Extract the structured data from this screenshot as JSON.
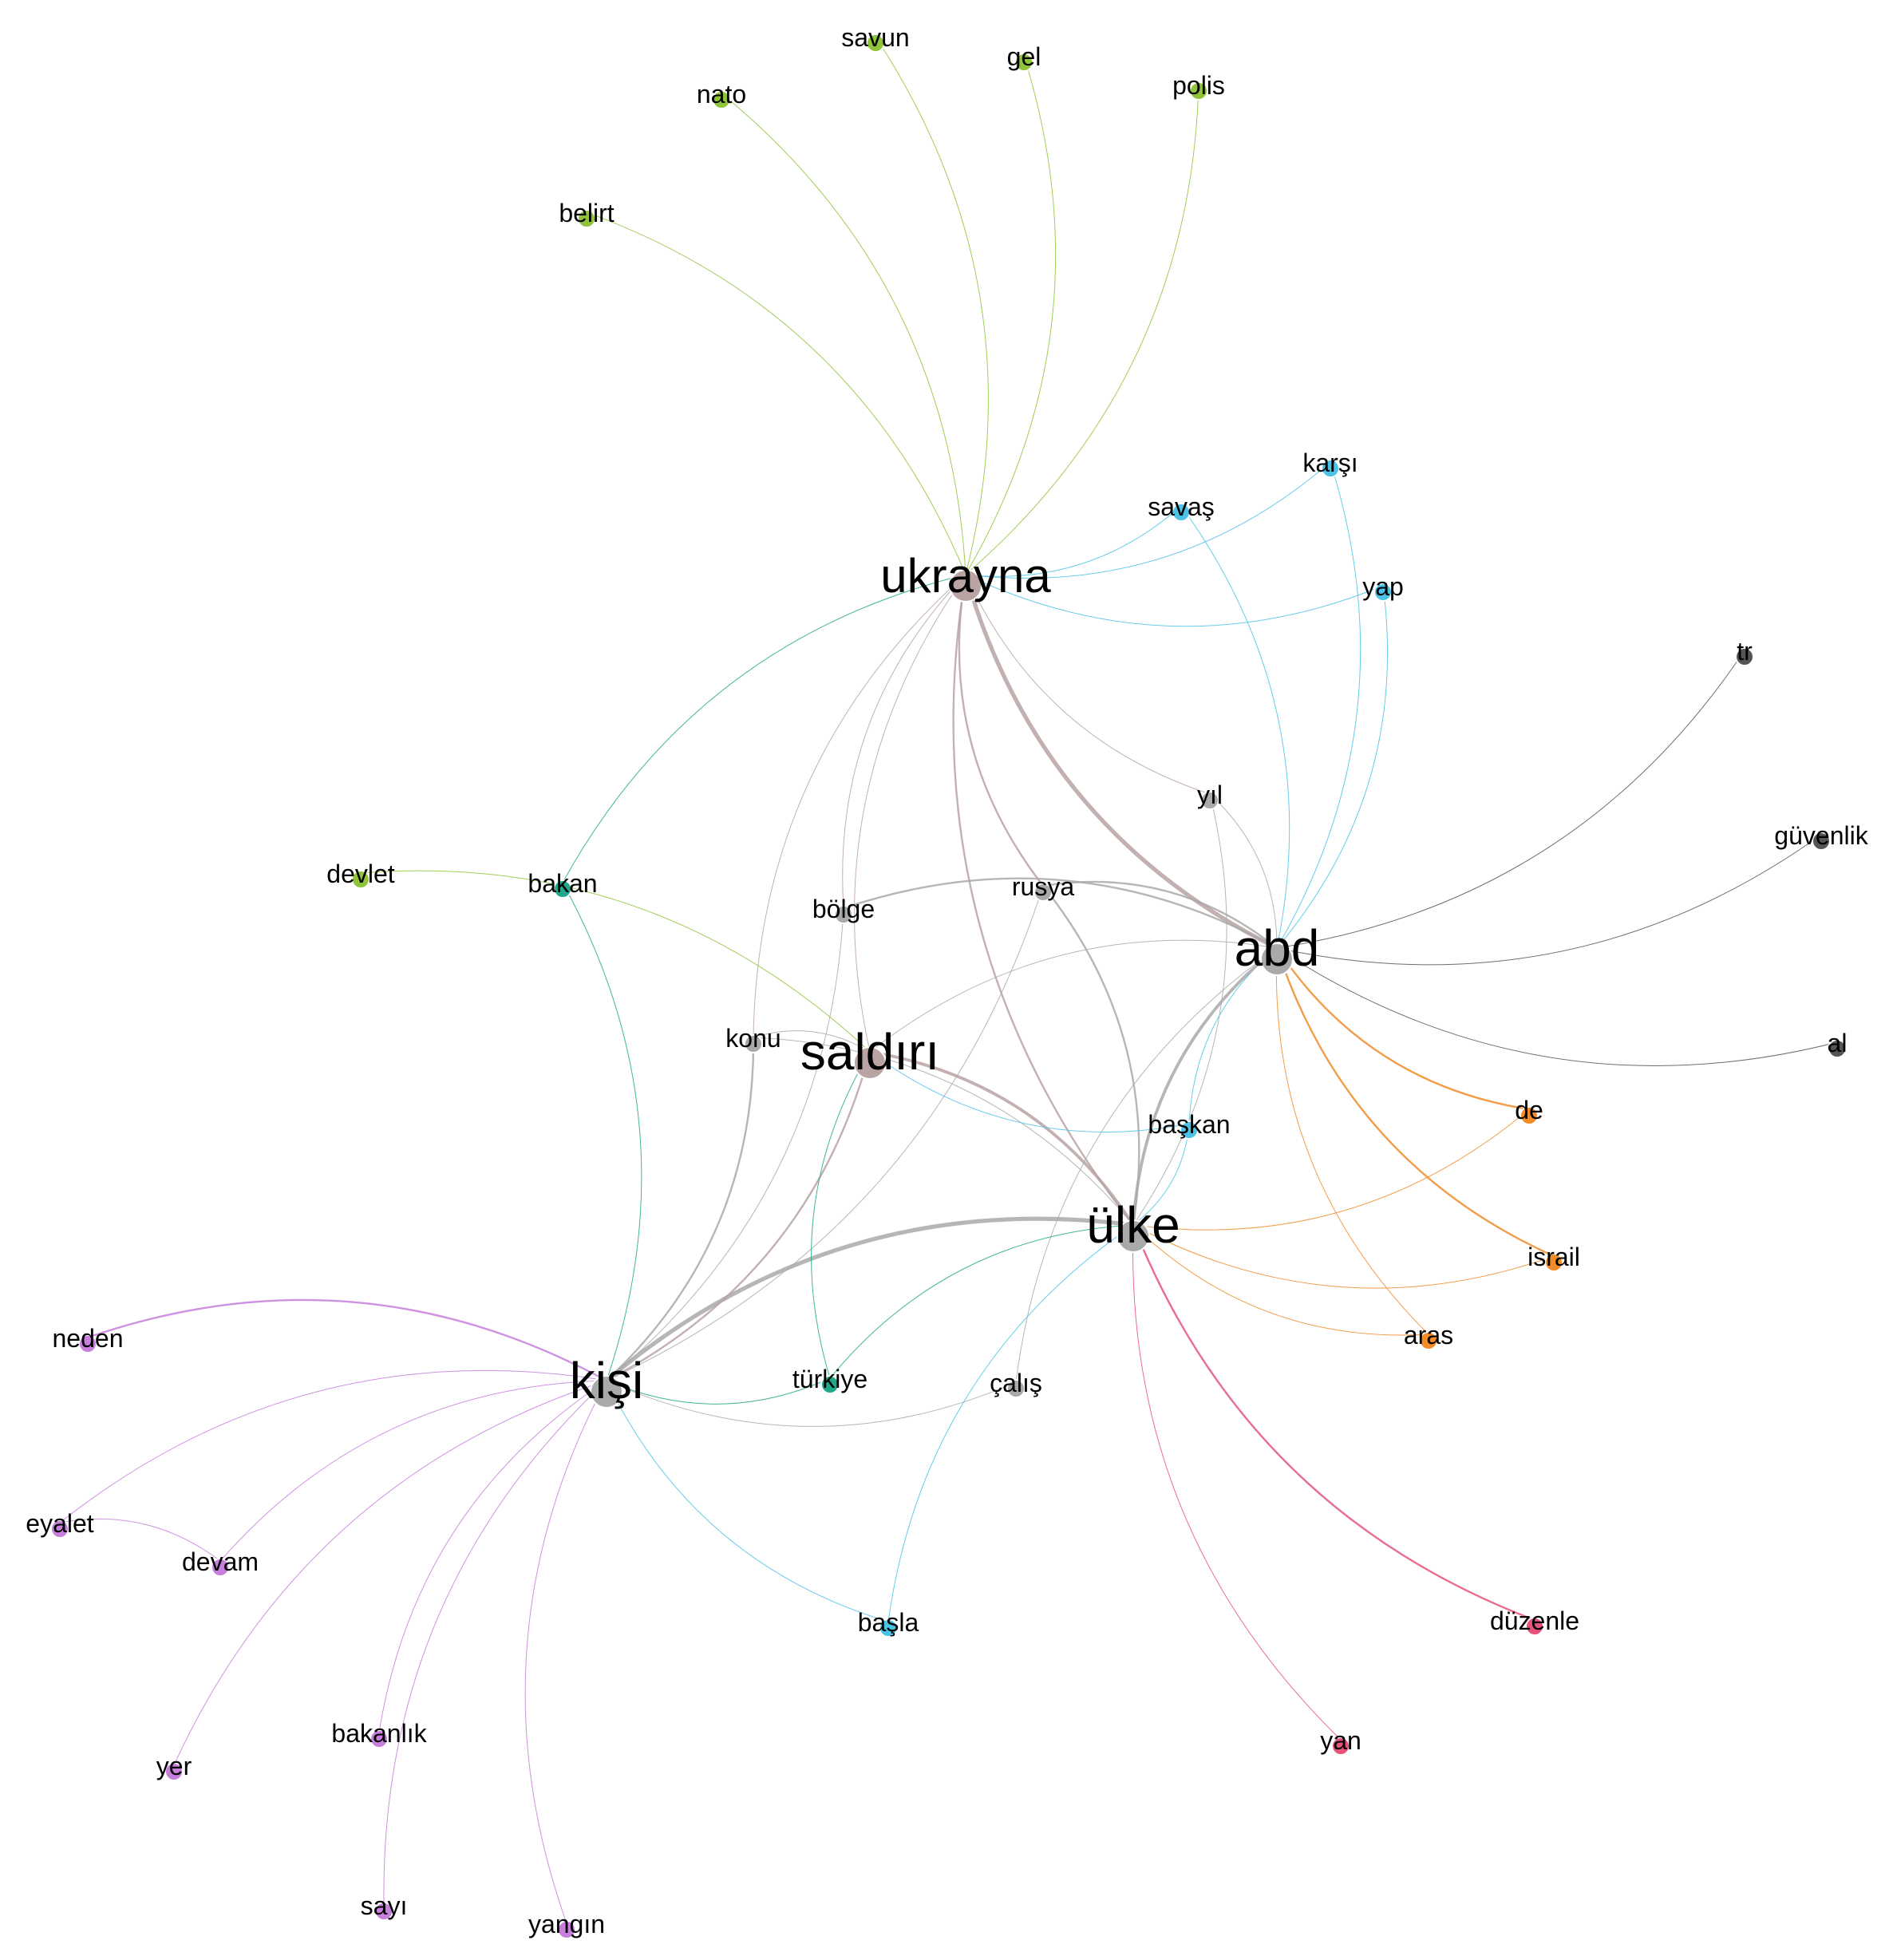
{
  "colors": {
    "green": "#8fc43a",
    "blue": "#4cc3e6",
    "teal": "#21a88a",
    "gray": "#a9a9a9",
    "dark": "#555555",
    "orange": "#f08c2a",
    "pink": "#e5537a",
    "purple": "#c77fdb",
    "brown": "#b9a3a3"
  },
  "nodes": [
    {
      "id": "ukrayna",
      "label": "ukrayna",
      "group": "brown",
      "size": "hub"
    },
    {
      "id": "abd",
      "label": "abd",
      "group": "gray",
      "size": "hub"
    },
    {
      "id": "ulke",
      "label": "ülke",
      "group": "gray",
      "size": "hub"
    },
    {
      "id": "kisi",
      "label": "kişi",
      "group": "gray",
      "size": "hub"
    },
    {
      "id": "saldiri",
      "label": "saldırı",
      "group": "brown",
      "size": "hub"
    },
    {
      "id": "savun",
      "label": "savun",
      "group": "green",
      "size": "leaf"
    },
    {
      "id": "gel",
      "label": "gel",
      "group": "green",
      "size": "leaf"
    },
    {
      "id": "nato",
      "label": "nato",
      "group": "green",
      "size": "leaf"
    },
    {
      "id": "polis",
      "label": "polis",
      "group": "green",
      "size": "leaf"
    },
    {
      "id": "belirt",
      "label": "belirt",
      "group": "green",
      "size": "leaf"
    },
    {
      "id": "devlet",
      "label": "devlet",
      "group": "green",
      "size": "leaf"
    },
    {
      "id": "karsi",
      "label": "karşı",
      "group": "blue",
      "size": "leaf"
    },
    {
      "id": "savas",
      "label": "savaş",
      "group": "blue",
      "size": "leaf"
    },
    {
      "id": "yap",
      "label": "yap",
      "group": "blue",
      "size": "leaf"
    },
    {
      "id": "baskan",
      "label": "başkan",
      "group": "blue",
      "size": "leaf"
    },
    {
      "id": "basla",
      "label": "başla",
      "group": "blue",
      "size": "leaf"
    },
    {
      "id": "tr",
      "label": "tr",
      "group": "dark",
      "size": "leaf"
    },
    {
      "id": "guvenlik",
      "label": "güvenlik",
      "group": "dark",
      "size": "leaf"
    },
    {
      "id": "al",
      "label": "al",
      "group": "dark",
      "size": "leaf"
    },
    {
      "id": "yil",
      "label": "yıl",
      "group": "gray",
      "size": "leaf"
    },
    {
      "id": "rusya",
      "label": "rusya",
      "group": "gray",
      "size": "leaf"
    },
    {
      "id": "bolge",
      "label": "bölge",
      "group": "gray",
      "size": "leaf"
    },
    {
      "id": "konu",
      "label": "konu",
      "group": "gray",
      "size": "leaf"
    },
    {
      "id": "calis",
      "label": "çalış",
      "group": "gray",
      "size": "leaf"
    },
    {
      "id": "bakan",
      "label": "bakan",
      "group": "teal",
      "size": "leaf"
    },
    {
      "id": "turkiye",
      "label": "türkiye",
      "group": "teal",
      "size": "leaf"
    },
    {
      "id": "de",
      "label": "de",
      "group": "orange",
      "size": "leaf"
    },
    {
      "id": "israil",
      "label": "israil",
      "group": "orange",
      "size": "leaf"
    },
    {
      "id": "aras",
      "label": "aras",
      "group": "orange",
      "size": "leaf"
    },
    {
      "id": "duzenle",
      "label": "düzenle",
      "group": "pink",
      "size": "leaf"
    },
    {
      "id": "yan",
      "label": "yan",
      "group": "pink",
      "size": "leaf"
    },
    {
      "id": "neden",
      "label": "neden",
      "group": "purple",
      "size": "leaf"
    },
    {
      "id": "eyalet",
      "label": "eyalet",
      "group": "purple",
      "size": "leaf"
    },
    {
      "id": "devam",
      "label": "devam",
      "group": "purple",
      "size": "leaf"
    },
    {
      "id": "bakanlik",
      "label": "bakanlık",
      "group": "purple",
      "size": "leaf"
    },
    {
      "id": "yer",
      "label": "yer",
      "group": "purple",
      "size": "leaf"
    },
    {
      "id": "sayi",
      "label": "sayı",
      "group": "purple",
      "size": "leaf"
    },
    {
      "id": "yangin",
      "label": "yangın",
      "group": "purple",
      "size": "leaf"
    }
  ],
  "edges": [
    {
      "source": "ukrayna",
      "target": "savun",
      "color": "green",
      "weight": 1
    },
    {
      "source": "ukrayna",
      "target": "gel",
      "color": "green",
      "weight": 1
    },
    {
      "source": "ukrayna",
      "target": "nato",
      "color": "green",
      "weight": 1
    },
    {
      "source": "ukrayna",
      "target": "polis",
      "color": "green",
      "weight": 1
    },
    {
      "source": "ukrayna",
      "target": "belirt",
      "color": "green",
      "weight": 1
    },
    {
      "source": "ukrayna",
      "target": "karsi",
      "color": "blue",
      "weight": 1
    },
    {
      "source": "ukrayna",
      "target": "savas",
      "color": "blue",
      "weight": 1
    },
    {
      "source": "ukrayna",
      "target": "yap",
      "color": "blue",
      "weight": 1
    },
    {
      "source": "ukrayna",
      "target": "bakan",
      "color": "teal",
      "weight": 1
    },
    {
      "source": "ukrayna",
      "target": "abd",
      "color": "brown",
      "weight": 4
    },
    {
      "source": "ukrayna",
      "target": "rusya",
      "color": "brown",
      "weight": 2
    },
    {
      "source": "ukrayna",
      "target": "ulke",
      "color": "brown",
      "weight": 2
    },
    {
      "source": "ukrayna",
      "target": "saldiri",
      "color": "brown",
      "weight": 1
    },
    {
      "source": "ukrayna",
      "target": "bolge",
      "color": "brown",
      "weight": 1
    },
    {
      "source": "ukrayna",
      "target": "konu",
      "color": "brown",
      "weight": 1
    },
    {
      "source": "ukrayna",
      "target": "yil",
      "color": "brown",
      "weight": 1
    },
    {
      "source": "abd",
      "target": "tr",
      "color": "dark",
      "weight": 1
    },
    {
      "source": "abd",
      "target": "guvenlik",
      "color": "dark",
      "weight": 1
    },
    {
      "source": "abd",
      "target": "al",
      "color": "dark",
      "weight": 1
    },
    {
      "source": "abd",
      "target": "de",
      "color": "orange",
      "weight": 2
    },
    {
      "source": "abd",
      "target": "israil",
      "color": "orange",
      "weight": 2
    },
    {
      "source": "abd",
      "target": "aras",
      "color": "orange",
      "weight": 1
    },
    {
      "source": "abd",
      "target": "karsi",
      "color": "blue",
      "weight": 1
    },
    {
      "source": "abd",
      "target": "savas",
      "color": "blue",
      "weight": 1
    },
    {
      "source": "abd",
      "target": "yap",
      "color": "blue",
      "weight": 1
    },
    {
      "source": "abd",
      "target": "baskan",
      "color": "blue",
      "weight": 1
    },
    {
      "source": "abd",
      "target": "yil",
      "color": "gray",
      "weight": 1
    },
    {
      "source": "abd",
      "target": "rusya",
      "color": "gray",
      "weight": 2
    },
    {
      "source": "abd",
      "target": "bolge",
      "color": "gray",
      "weight": 2
    },
    {
      "source": "abd",
      "target": "saldiri",
      "color": "gray",
      "weight": 1
    },
    {
      "source": "abd",
      "target": "ulke",
      "color": "gray",
      "weight": 3
    },
    {
      "source": "abd",
      "target": "calis",
      "color": "gray",
      "weight": 1
    },
    {
      "source": "ulke",
      "target": "de",
      "color": "orange",
      "weight": 1
    },
    {
      "source": "ulke",
      "target": "israil",
      "color": "orange",
      "weight": 1
    },
    {
      "source": "ulke",
      "target": "aras",
      "color": "orange",
      "weight": 1
    },
    {
      "source": "ulke",
      "target": "duzenle",
      "color": "pink",
      "weight": 2
    },
    {
      "source": "ulke",
      "target": "yan",
      "color": "pink",
      "weight": 1
    },
    {
      "source": "ulke",
      "target": "basla",
      "color": "blue",
      "weight": 1
    },
    {
      "source": "ulke",
      "target": "baskan",
      "color": "blue",
      "weight": 1
    },
    {
      "source": "ulke",
      "target": "turkiye",
      "color": "teal",
      "weight": 1
    },
    {
      "source": "ulke",
      "target": "kisi",
      "color": "gray",
      "weight": 4
    },
    {
      "source": "ulke",
      "target": "saldiri",
      "color": "brown",
      "weight": 3
    },
    {
      "source": "ulke",
      "target": "rusya",
      "color": "gray",
      "weight": 2
    },
    {
      "source": "ulke",
      "target": "konu",
      "color": "gray",
      "weight": 1
    },
    {
      "source": "ulke",
      "target": "yil",
      "color": "gray",
      "weight": 1
    },
    {
      "source": "kisi",
      "target": "neden",
      "color": "purple",
      "weight": 2
    },
    {
      "source": "kisi",
      "target": "eyalet",
      "color": "purple",
      "weight": 1
    },
    {
      "source": "kisi",
      "target": "devam",
      "color": "purple",
      "weight": 1
    },
    {
      "source": "kisi",
      "target": "bakanlik",
      "color": "purple",
      "weight": 1
    },
    {
      "source": "kisi",
      "target": "yer",
      "color": "purple",
      "weight": 1
    },
    {
      "source": "kisi",
      "target": "sayi",
      "color": "purple",
      "weight": 1
    },
    {
      "source": "kisi",
      "target": "yangin",
      "color": "purple",
      "weight": 1
    },
    {
      "source": "kisi",
      "target": "basla",
      "color": "blue",
      "weight": 1
    },
    {
      "source": "kisi",
      "target": "bakan",
      "color": "teal",
      "weight": 1
    },
    {
      "source": "kisi",
      "target": "turkiye",
      "color": "teal",
      "weight": 1
    },
    {
      "source": "kisi",
      "target": "saldiri",
      "color": "brown",
      "weight": 2
    },
    {
      "source": "kisi",
      "target": "konu",
      "color": "gray",
      "weight": 2
    },
    {
      "source": "kisi",
      "target": "bolge",
      "color": "gray",
      "weight": 1
    },
    {
      "source": "kisi",
      "target": "calis",
      "color": "gray",
      "weight": 1
    },
    {
      "source": "kisi",
      "target": "rusya",
      "color": "gray",
      "weight": 1
    },
    {
      "source": "saldiri",
      "target": "devlet",
      "color": "green",
      "weight": 1
    },
    {
      "source": "saldiri",
      "target": "turkiye",
      "color": "teal",
      "weight": 1
    },
    {
      "source": "saldiri",
      "target": "baskan",
      "color": "blue",
      "weight": 1
    },
    {
      "source": "saldiri",
      "target": "konu",
      "color": "gray",
      "weight": 1
    },
    {
      "source": "devam",
      "target": "eyalet",
      "color": "purple",
      "weight": 1
    }
  ]
}
